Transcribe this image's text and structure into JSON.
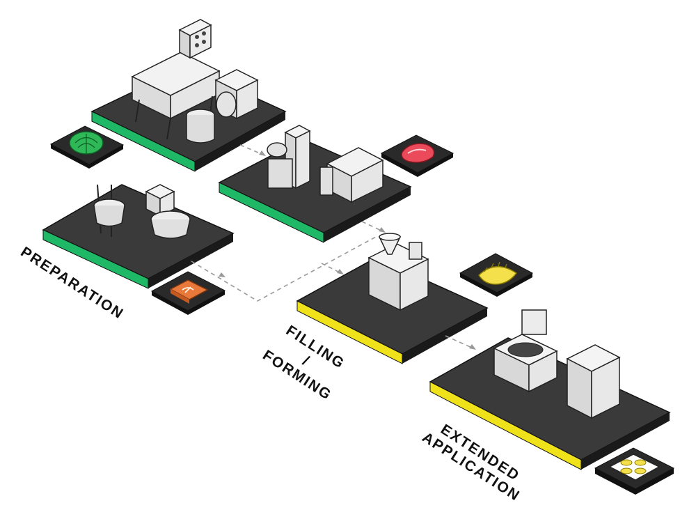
{
  "stages": {
    "preparation": {
      "label": "PREPARATION",
      "color": "#1fb866"
    },
    "filling": {
      "line1": "FILLING",
      "line2": "/",
      "line3": "FORMING",
      "color": "#f0e21a"
    },
    "extended": {
      "line1": "EXTENDED",
      "line2": "APPLICATION",
      "color": "#f0e21a"
    }
  },
  "platform_color": "#3a3a3a",
  "icons": {
    "vegetable": "cabbage-icon",
    "meat": "steak-icon",
    "flour": "flour-sack-icon",
    "dumpling": "dumpling-icon",
    "packaged": "packaged-dumplings-icon"
  }
}
